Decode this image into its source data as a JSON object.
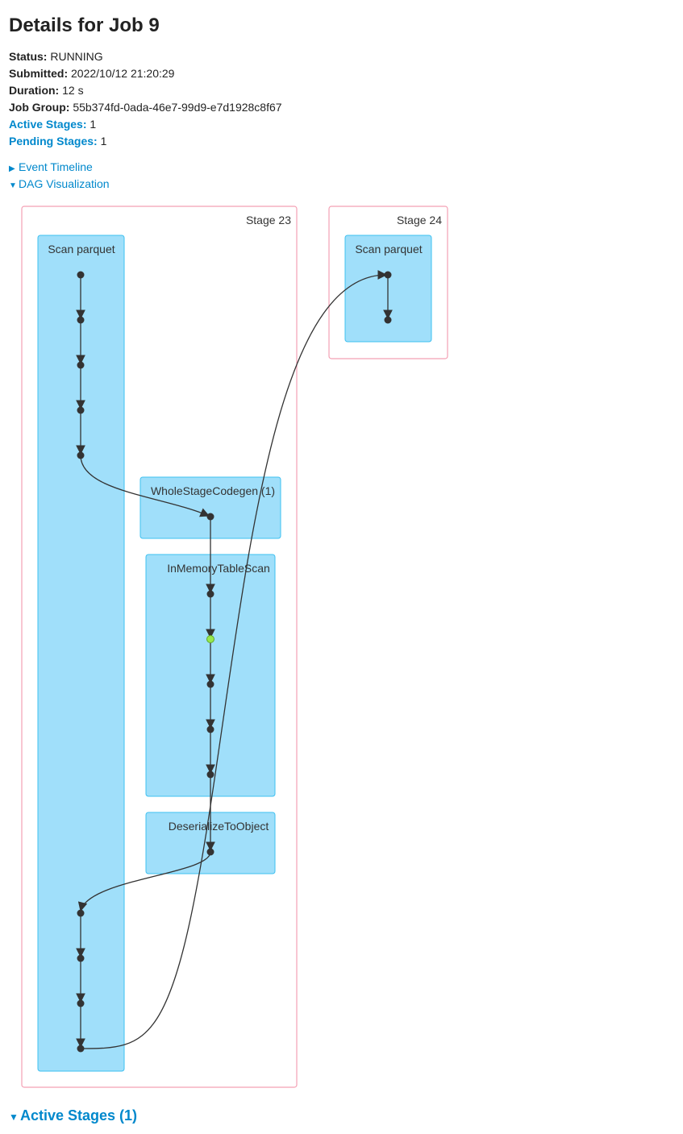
{
  "page_title": "Details for Job 9",
  "summary": {
    "status_label": "Status:",
    "status_value": "RUNNING",
    "submitted_label": "Submitted:",
    "submitted_value": "2022/10/12 21:20:29",
    "duration_label": "Duration:",
    "duration_value": "12 s",
    "job_group_label": "Job Group:",
    "job_group_value": "55b374fd-0ada-46e7-99d9-e7d1928c8f67",
    "active_stages_label": "Active Stages:",
    "active_stages_value": "1",
    "pending_stages_label": "Pending Stages:",
    "pending_stages_value": "1"
  },
  "toggles": {
    "event_timeline": {
      "label": "Event Timeline",
      "expanded": false,
      "icon": "caret-right-icon"
    },
    "dag_visualization": {
      "label": "DAG Visualization",
      "expanded": true,
      "icon": "caret-down-icon"
    }
  },
  "dag": {
    "stages": [
      {
        "label": "Stage 23"
      },
      {
        "label": "Stage 24"
      }
    ],
    "clusters": [
      {
        "label": "Scan parquet",
        "stage": "Stage 23"
      },
      {
        "label": "WholeStageCodegen (1)",
        "stage": "Stage 23"
      },
      {
        "label": "InMemoryTableScan",
        "stage": "Stage 23"
      },
      {
        "label": "DeserializeToObject",
        "stage": "Stage 23"
      },
      {
        "label": "Scan parquet",
        "stage": "Stage 24"
      }
    ],
    "colors": {
      "stage_border": "#f4a0b4",
      "cluster_fill": "#a0dffa",
      "cluster_border": "#3ec0f0",
      "node": "#333333",
      "cached_node": "#96e84d",
      "edge": "#333333"
    }
  },
  "active_stages_section": {
    "label": "Active Stages (1)",
    "icon": "caret-down-icon"
  }
}
